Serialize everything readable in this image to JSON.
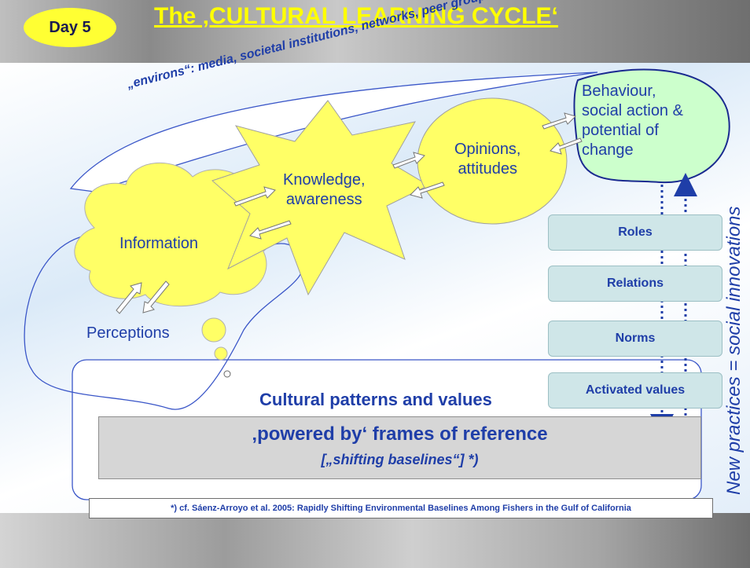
{
  "header": {
    "day_badge": "Day 5",
    "title": "The ‚CULTURAL LEARNING CYCLE‘"
  },
  "diagram": {
    "environs": "„environs“: media, societal institutions, networks, peer groups …",
    "information": "Information",
    "perceptions": "Perceptions",
    "knowledge_line1": "Knowledge,",
    "knowledge_line2": "awareness",
    "opinions_line1": "Opinions,",
    "opinions_line2": "attitudes",
    "behaviour_line1": "Behaviour,",
    "behaviour_line2": "social action &",
    "behaviour_line3": "potential of",
    "behaviour_line4": "change",
    "boxes": [
      "Roles",
      "Relations",
      "Norms",
      "Activated values"
    ],
    "cultural_patterns": "Cultural patterns and values",
    "powered_by": "‚powered by‘ frames of reference",
    "shifting": "[„shifting baselines“] *)",
    "new_practices": "New practices = social innovations"
  },
  "footnote": "*)  cf. Sáenz-Arroyo et al. 2005: Rapidly Shifting Environmental Baselines Among Fishers in the Gulf of California",
  "colors": {
    "text_blue": "#1f3ea8",
    "title_yellow": "#ffff00",
    "shape_yellow": "#ffff66",
    "behaviour_green": "#ccffcc",
    "box_teal": "#cfe6e8"
  }
}
